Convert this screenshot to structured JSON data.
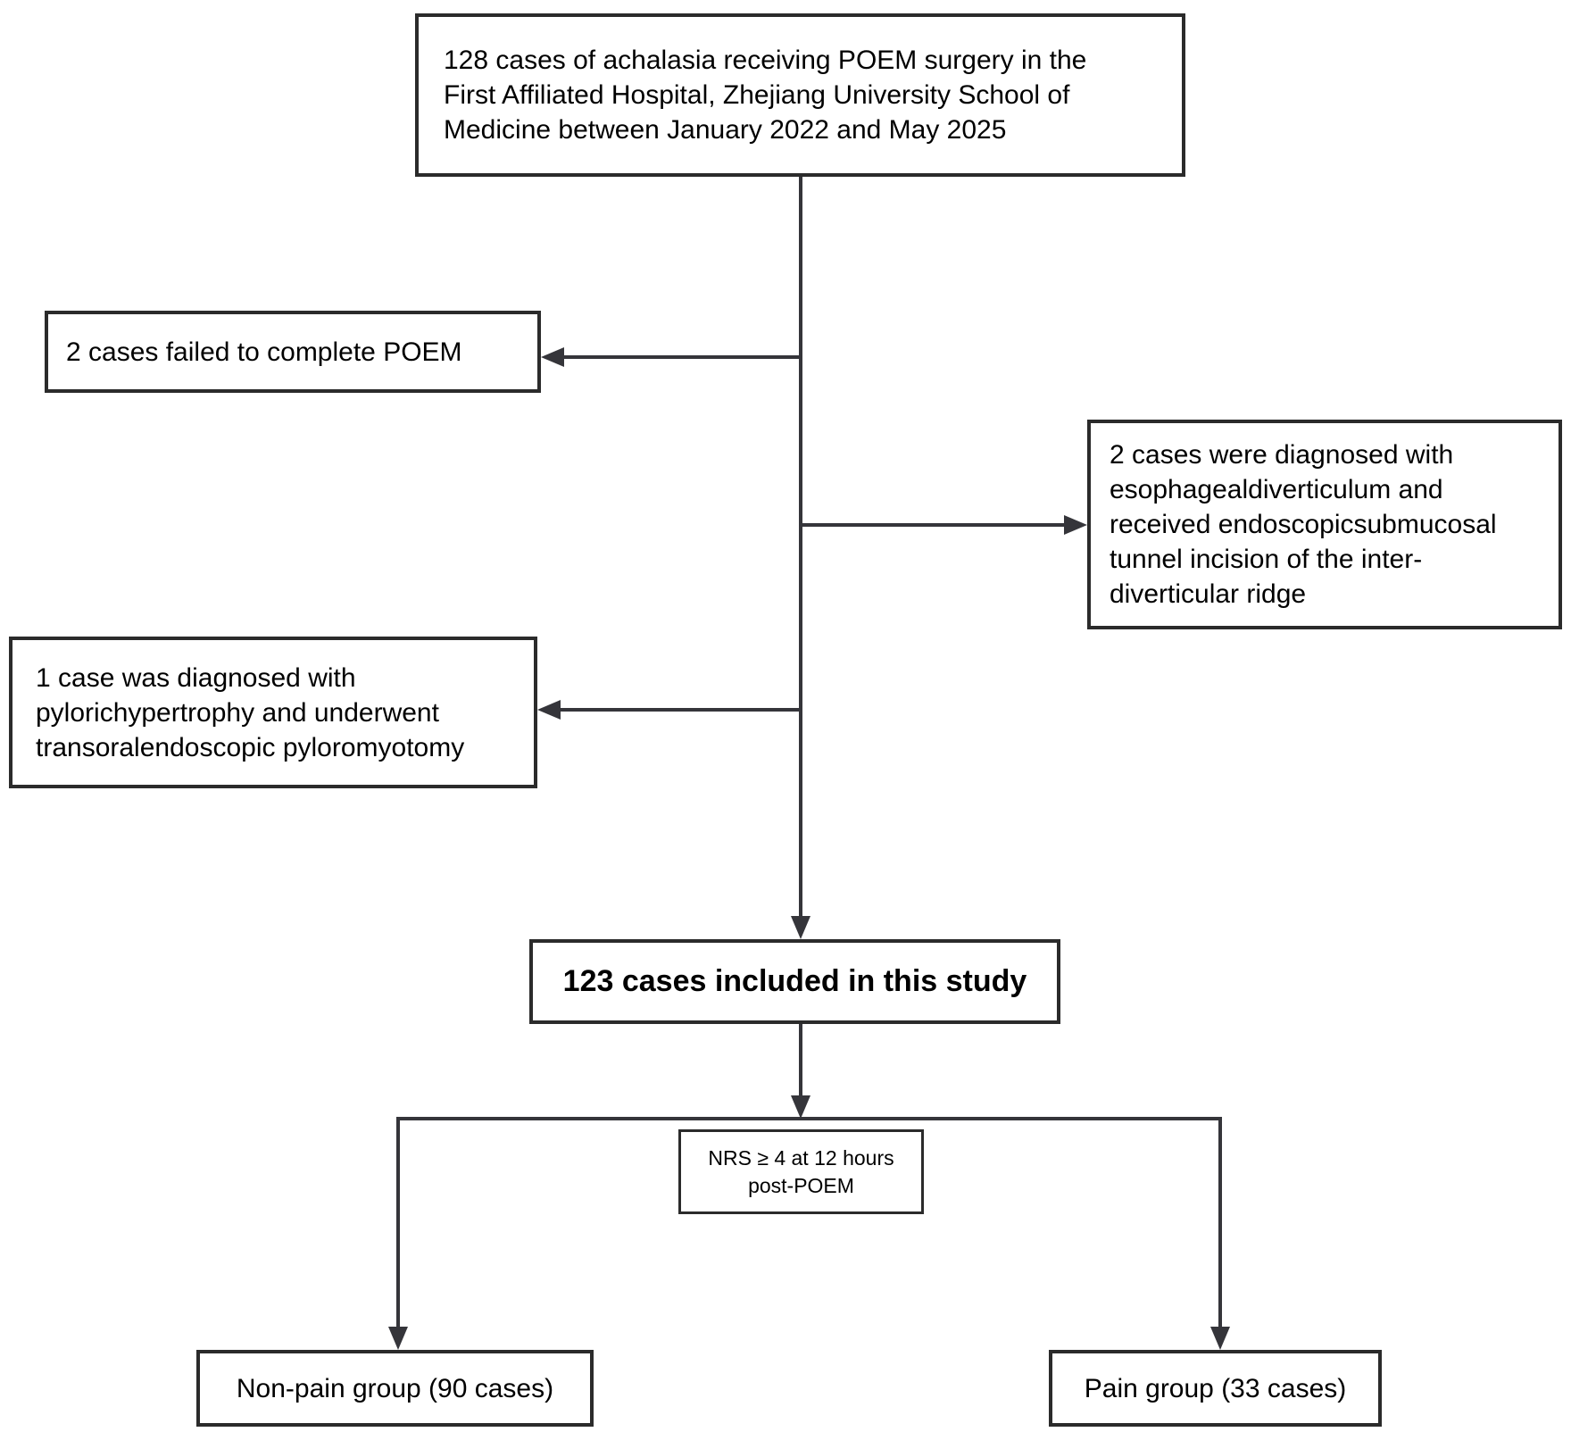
{
  "figure": {
    "type": "flowchart",
    "boxes": {
      "enrollment": {
        "lines": [
          "128 cases of achalasia receiving POEM surgery in the",
          "First Affiliated Hospital, Zhejiang University School of",
          "Medicine between January 2022 and May 2025"
        ]
      },
      "exclusion_failed": {
        "text": "2 cases failed to complete POEM"
      },
      "exclusion_diverticulum": {
        "lines": [
          "2 cases were diagnosed with",
          "esophagealdiverticulum and",
          "received endoscopicsubmucosal",
          "tunnel incision of the inter-",
          "diverticular ridge"
        ]
      },
      "exclusion_pyloric": {
        "lines": [
          "1 case was diagnosed with",
          "pylorichypertrophy and underwent",
          "transoralendoscopic pyloromyotomy"
        ]
      },
      "included": {
        "text": "123 cases included in this study"
      },
      "criterion": {
        "lines": [
          "NRS ≥ 4 at 12 hours",
          "post-POEM"
        ]
      },
      "non_pain_group": {
        "text": "Non-pain group (90 cases)"
      },
      "pain_group": {
        "text": "Pain group (33 cases)"
      }
    },
    "colors": {
      "line": "#35353a",
      "box_border": "#2b2b2b",
      "background": "#ffffff",
      "text": "#000000"
    }
  }
}
